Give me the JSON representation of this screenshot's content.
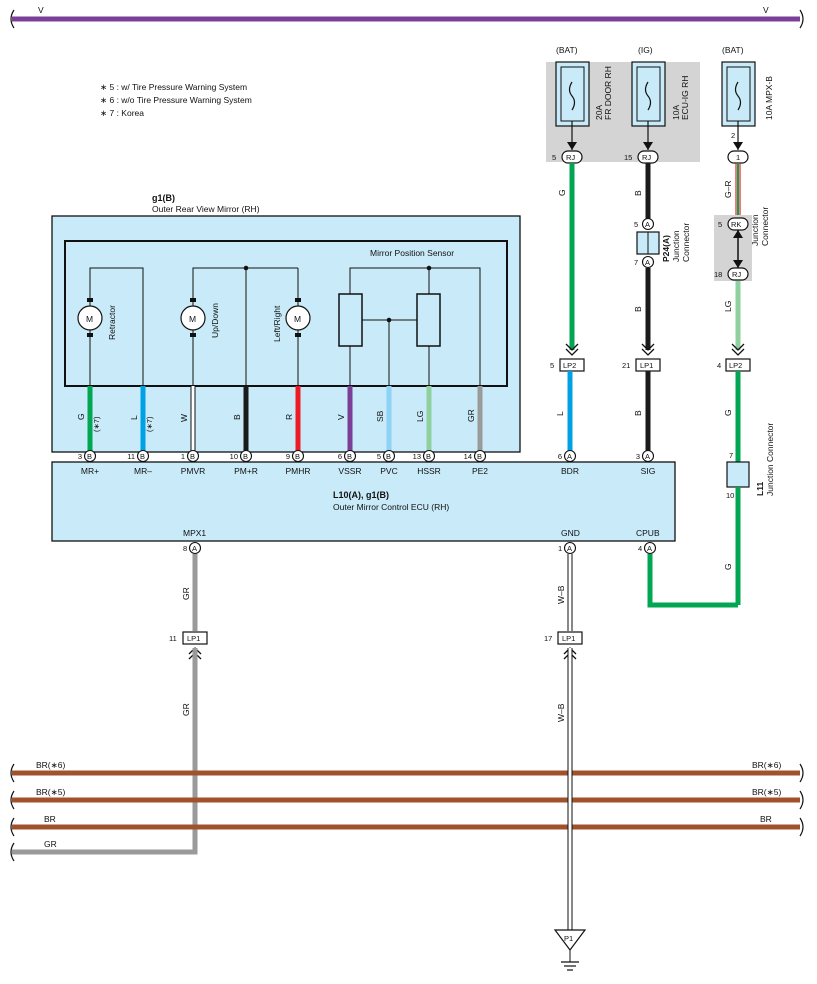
{
  "notes": [
    "5 : w/ Tire Pressure Warning System",
    "6 : w/o Tire Pressure Warning System",
    "7 : Korea"
  ],
  "top_bus": {
    "left_label": "V",
    "right_label": "V"
  },
  "fuses": [
    {
      "source": "(BAT)",
      "rating": "20A",
      "name": "FR DOOR RH"
    },
    {
      "source": "(IG)",
      "rating": "10A",
      "name": "ECU-IG RH"
    },
    {
      "source": "(BAT)",
      "rating": "10A",
      "name": "MPX-B"
    }
  ],
  "connectors": {
    "rj": "RJ",
    "rk": "RK",
    "lp1": "LP1",
    "lp2": "LP2",
    "p1": "P1",
    "a": "A",
    "b": "B",
    "one": "1"
  },
  "pins": {
    "fuse1": "5",
    "fuse2": "15",
    "fuse3": "2",
    "mpxb_rj": "1",
    "p24_top": "5",
    "p24_bot": "7",
    "rk": "5",
    "rj18": "18",
    "lp2_left": "5",
    "lp1_mid": "21",
    "lp2_right": "4",
    "l11_top": "7",
    "l11_bot": "10",
    "bdr": "6",
    "sig": "3",
    "mpx1": "8",
    "gnd": "1",
    "cpub": "4",
    "gr_lp1": "11",
    "wb_lp1": "17"
  },
  "wires": {
    "g": "G",
    "b": "B",
    "gr": "G–R",
    "lg": "LG",
    "l": "L",
    "w": "W",
    "r": "R",
    "v": "V",
    "sb": "SB",
    "gr_grey": "GR",
    "wb": "W–B",
    "k7": "(∗7)"
  },
  "p24": {
    "title": "P24(A)",
    "line1": "Junction",
    "line2": "Connector"
  },
  "l11": {
    "title": "L11",
    "label": "Junction Connector"
  },
  "mirror": {
    "title": "g1(B)",
    "subtitle": "Outer Rear View Mirror (RH)",
    "sensor": "Mirror Position Sensor"
  },
  "motors": [
    "Retractor",
    "Up/Down",
    "Left/Right"
  ],
  "motor_symbol": "M",
  "ecu": {
    "title": "L10(A), g1(B)",
    "subtitle": "Outer Mirror Control ECU (RH)"
  },
  "ecu_pins": [
    {
      "num": "3",
      "conn": "B",
      "name": "MR+"
    },
    {
      "num": "11",
      "conn": "B",
      "name": "MR–"
    },
    {
      "num": "1",
      "conn": "B",
      "name": "PMVR"
    },
    {
      "num": "10",
      "conn": "B",
      "name": "PM+R"
    },
    {
      "num": "9",
      "conn": "B",
      "name": "PMHR"
    },
    {
      "num": "6",
      "conn": "B",
      "name": "VSSR"
    },
    {
      "num": "5",
      "conn": "B",
      "name": "PVC"
    },
    {
      "num": "13",
      "conn": "B",
      "name": "HSSR"
    },
    {
      "num": "14",
      "conn": "B",
      "name": "PE2"
    },
    {
      "num": "6",
      "conn": "A",
      "name": "BDR"
    },
    {
      "num": "3",
      "conn": "A",
      "name": "SIG"
    }
  ],
  "ecu_bottom": {
    "mpx1": "MPX1",
    "gnd": "GND",
    "cpub": "CPUB"
  },
  "bottom_buses": [
    {
      "left": "BR(∗6)",
      "right": "BR(∗6)"
    },
    {
      "left": "BR(∗5)",
      "right": "BR(∗5)"
    },
    {
      "left": "BR",
      "right": "BR"
    },
    {
      "left": "GR",
      "right": ""
    }
  ],
  "colors": {
    "violet": "#7b3f98",
    "green": "#00a651",
    "black": "#1a1a1a",
    "blue": "#00a0e4",
    "red": "#ed1c24",
    "sky": "#8dd3f5",
    "lightgreen": "#8fd19e",
    "grey": "#9a9a9a",
    "brown": "#a0522d",
    "box": "#c9eaf8",
    "fusebox": "#d4d4d4"
  }
}
